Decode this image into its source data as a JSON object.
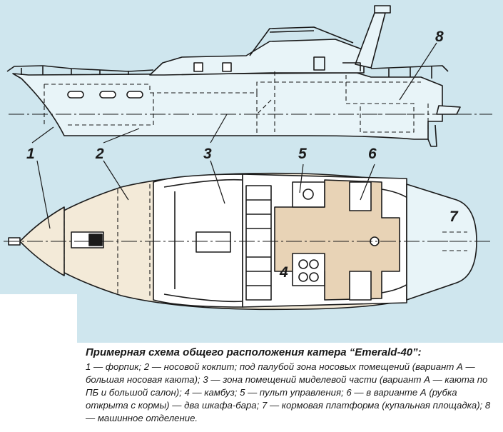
{
  "diagram": {
    "labels": {
      "n1": "1",
      "n2": "2",
      "n3": "3",
      "n4": "4",
      "n5": "5",
      "n6": "6",
      "n7": "7",
      "n8": "8"
    },
    "colors": {
      "background": "#cfe6ee",
      "hull_fill": "#e8f4f8",
      "deck_fill": "#f3ead8",
      "interior_fill": "#e8d3b6",
      "line": "#1a1a1a"
    }
  },
  "caption": {
    "title": "Примерная схема общего расположения катера “Emerald-40”:",
    "body": "1 — форпик; 2 — носовой кокпит; под палубой зона носовых помещений (вариант А — большая носовая каюта); 3 — зона помещений миделевой части (вариант А — каюта по ПБ и большой салон); 4 — камбуз; 5 — пульт управления; 6 — в варианте А (рубка открыта с кормы) — два шкафа-бара; 7 — кормовая платформа (купальная площадка); 8 — машинное отделение."
  }
}
